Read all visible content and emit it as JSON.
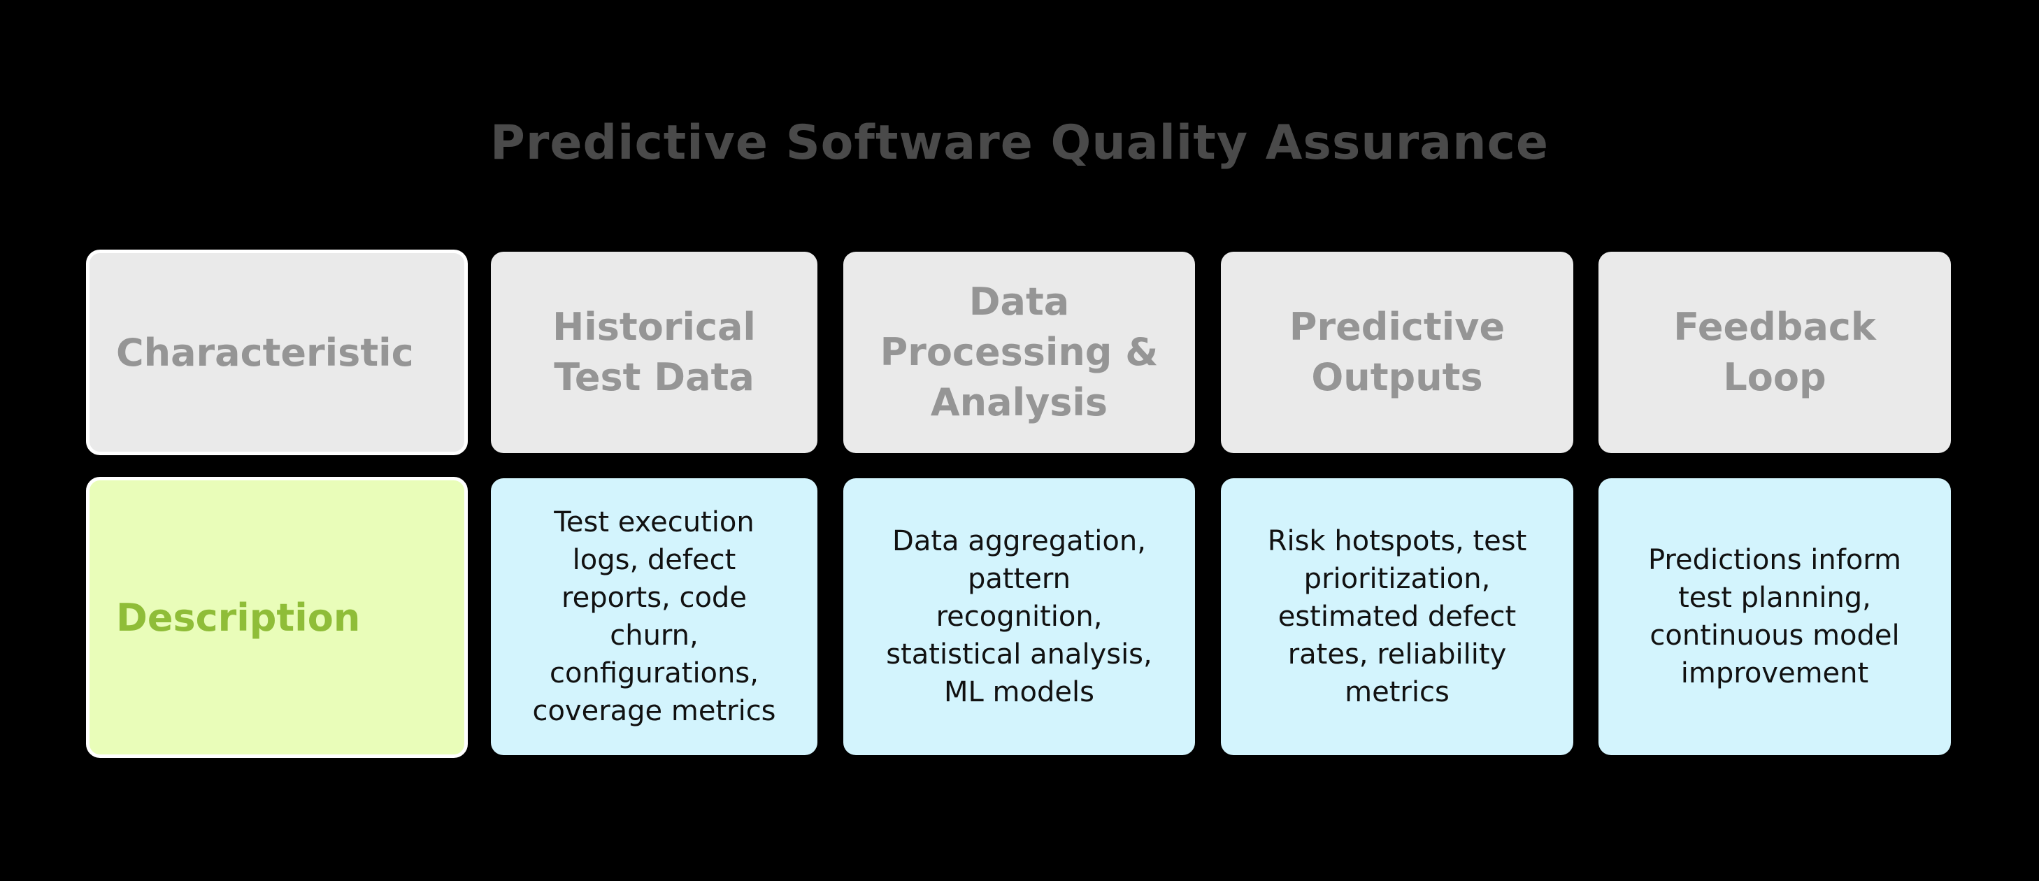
{
  "title": "Predictive Software Quality Assurance",
  "colors": {
    "background": "#000000",
    "title": "#4a4a4a",
    "header_fill": "#eaeaea",
    "header_text": "#959595",
    "row_label_fill": "#e9fdb9",
    "row_label_text": "#8fbd38",
    "description_fill": "#d3f4fd",
    "description_text": "#111111",
    "row_label_border": "#ffffff"
  },
  "table": {
    "row_header_label": "Characteristic",
    "row_label": "Description",
    "columns": [
      {
        "header": "Historical\nTest Data",
        "description": "Test execution\nlogs, defect\nreports, code\nchurn,\nconfigurations,\ncoverage metrics"
      },
      {
        "header": "Data\nProcessing &\nAnalysis",
        "description": "Data aggregation,\npattern\nrecognition,\nstatistical analysis,\nML models"
      },
      {
        "header": "Predictive\nOutputs",
        "description": "Risk hotspots, test\nprioritization,\nestimated defect\nrates, reliability\nmetrics"
      },
      {
        "header": "Feedback\nLoop",
        "description": "Predictions inform\ntest planning,\ncontinuous model\nimprovement"
      }
    ]
  }
}
